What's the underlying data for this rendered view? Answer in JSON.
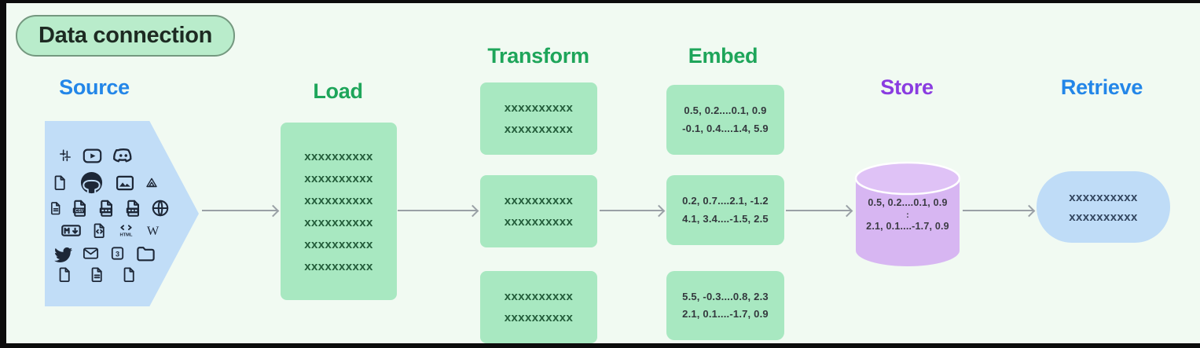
{
  "badge": {
    "label": "Data connection"
  },
  "colors": {
    "background": "#f1faf2",
    "heading_green": "#1ea55a",
    "heading_blue": "#2386e8",
    "heading_purple": "#8a3ce0",
    "green_box": "#a8e8c1",
    "blue_shape": "#c1ddf7",
    "purple_cylinder": "#d7b6f2",
    "arrow_gray": "#9aa0a6",
    "badge_fill": "#b9eccb"
  },
  "stages": {
    "source": {
      "title": "Source",
      "icon_rows": [
        [
          "slack",
          "youtube",
          "discord"
        ],
        [
          "document",
          "github",
          "image",
          "google-drive"
        ],
        [
          "document-lines",
          "csv-file",
          "file-badge",
          "file-badge",
          "globe"
        ],
        [
          "markdown",
          "code-file",
          "html-file",
          "wikipedia"
        ],
        [
          "twitter",
          "mail",
          "app-badge",
          "folder"
        ],
        [
          "document",
          "document-lines",
          "document"
        ]
      ],
      "csv_label": "CSV",
      "html_label": "HTML",
      "wikipedia_label": "W"
    },
    "load": {
      "title": "Load",
      "lines": [
        "xxxxxxxxxx",
        "xxxxxxxxxx",
        "xxxxxxxxxx",
        "xxxxxxxxxx",
        "xxxxxxxxxx",
        "xxxxxxxxxx"
      ]
    },
    "transform": {
      "title": "Transform",
      "boxes": [
        {
          "lines": [
            "xxxxxxxxxx",
            "xxxxxxxxxx"
          ]
        },
        {
          "lines": [
            "xxxxxxxxxx",
            "xxxxxxxxxx"
          ]
        },
        {
          "lines": [
            "xxxxxxxxxx",
            "xxxxxxxxxx"
          ]
        }
      ]
    },
    "embed": {
      "title": "Embed",
      "boxes": [
        {
          "lines": [
            "0.5, 0.2....0.1, 0.9",
            "-0.1, 0.4....1.4, 5.9"
          ]
        },
        {
          "lines": [
            "0.2, 0.7....2.1, -1.2",
            "4.1, 3.4....-1.5, 2.5"
          ]
        },
        {
          "lines": [
            "5.5, -0.3....0.8, 2.3",
            "2.1, 0.1....-1.7, 0.9"
          ]
        }
      ]
    },
    "store": {
      "title": "Store",
      "db_lines": [
        "0.5, 0.2....0.1, 0.9",
        ":",
        "2.1, 0.1....-1.7, 0.9"
      ]
    },
    "retrieve": {
      "title": "Retrieve",
      "lines": [
        "xxxxxxxxxx",
        "xxxxxxxxxx"
      ]
    }
  }
}
